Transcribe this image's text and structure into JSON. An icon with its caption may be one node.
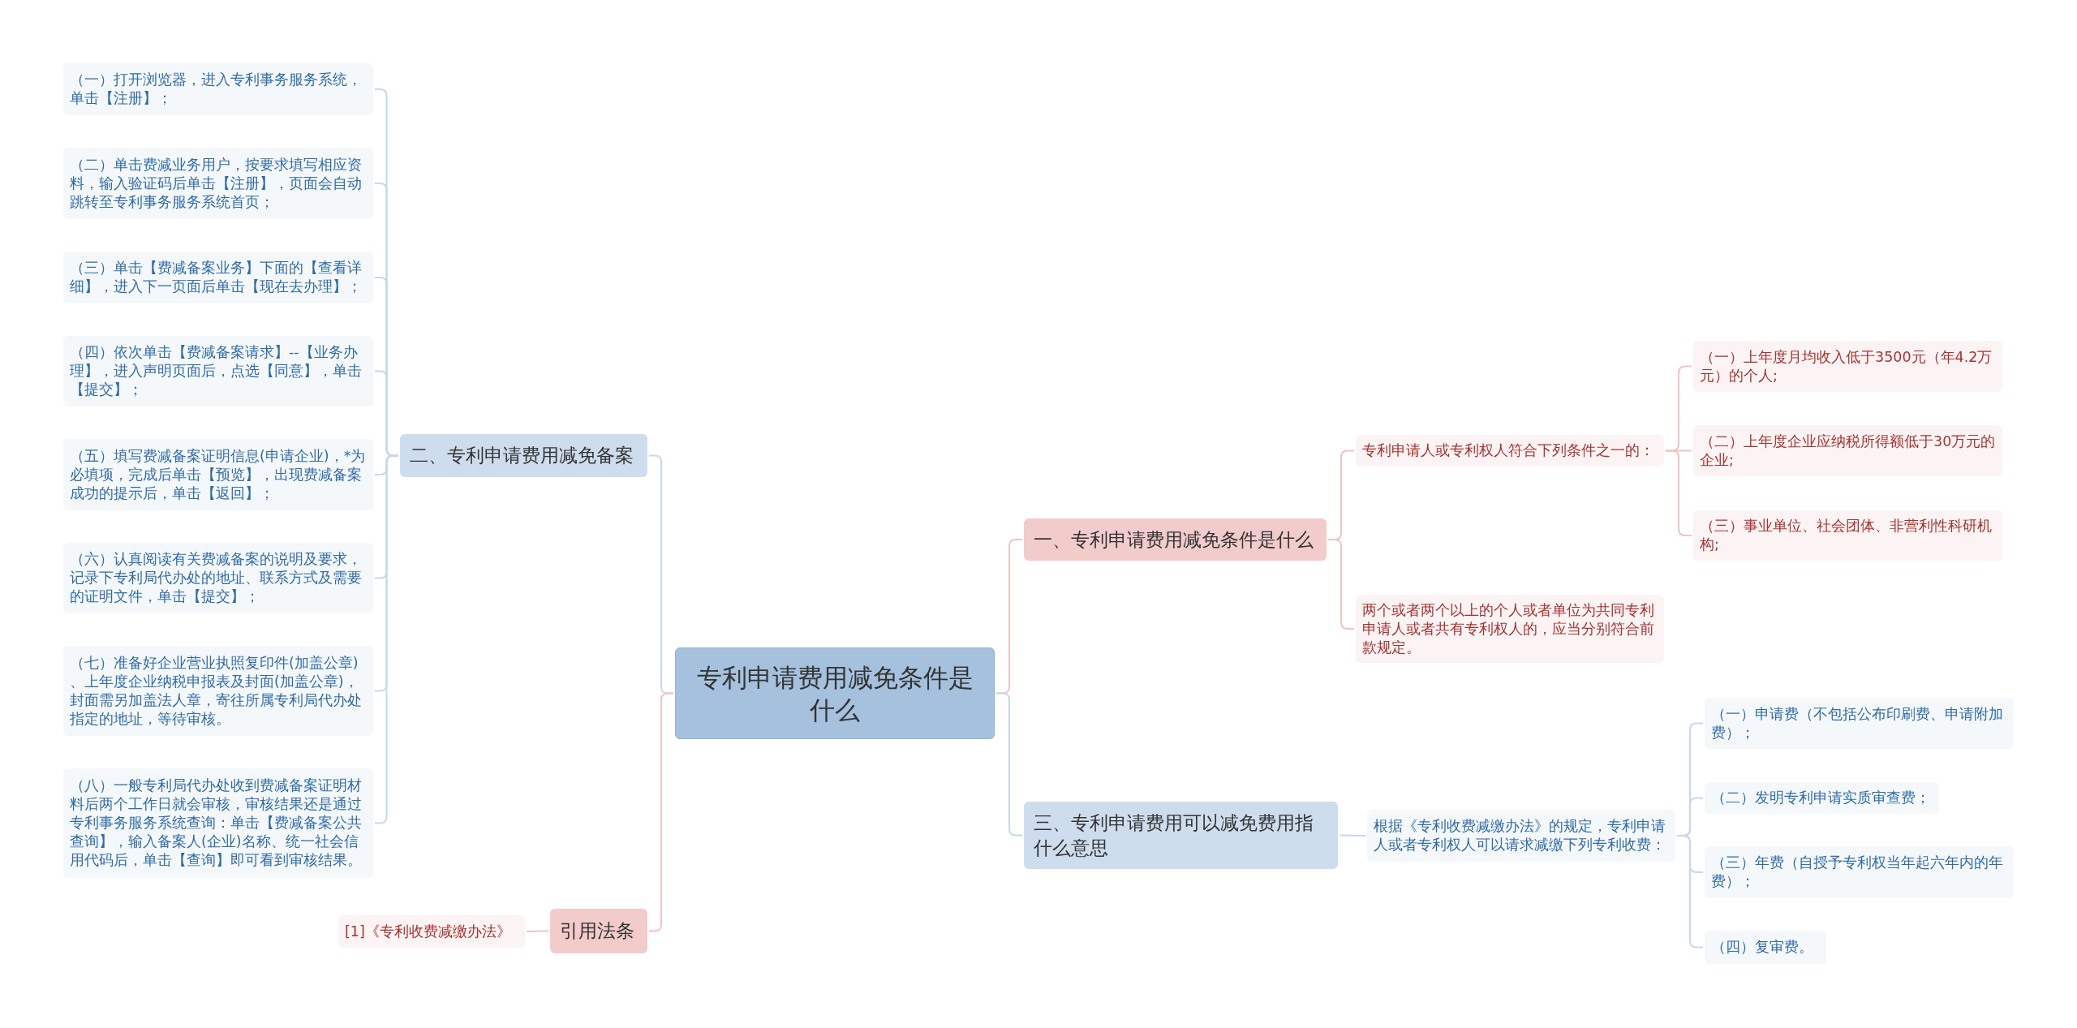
{
  "diagram": {
    "nodes": [
      {
        "text": [
          "专利申请费用减免条件是什么"
        ]
      },
      {
        "text": [
          "二、专利申请费用减免备案"
        ]
      },
      {
        "text": [
          "（一）打开浏览器，进入专利事务服务系统，单击【注册】；"
        ]
      },
      {
        "text": [
          "（二）单击费减业务用户，按要求填写相应资料，输入验证码后单击【注册】，页面会自动跳转至专利事务服务系统首页；"
        ]
      },
      {
        "text": [
          "（三）单击【费减备案业务】下面的【查看详细】，进入下一页面后单击【现在去办理】；"
        ]
      },
      {
        "text": [
          "（四）依次单击【费减备案请求】--【业务办理】，进入声明页面后，点选【同意】，单击【提交】；"
        ]
      },
      {
        "text": [
          "（五）填写费减备案证明信息(申请企业)，*为必填项，完成后单击【预览】，出现费减备案成功的提示后，单击【返回】；"
        ]
      },
      {
        "text": [
          "（六）认真阅读有关费减备案的说明及要求，记录下专利局代办处的地址、联系方式及需要的证明文件，单击【提交】；"
        ]
      },
      {
        "text": [
          "（七）准备好企业营业执照复印件(加盖公章)、上年度企业纳税申报表及封面(加盖公章)，封面需另加盖法人章，寄往所属专利局代办处指定的地址，等待审核。"
        ]
      },
      {
        "text": [
          "（八）一般专利局代办处收到费减备案证明材料后两个工作日就会审核，审核结果还是通过专利事务服务系统查询：单击【费减备案公共查询】，输入备案人(企业)名称、统一社会信用代码后，单击【查询】即可看到审核结果。"
        ]
      },
      {
        "text": [
          "引用法条"
        ]
      },
      {
        "text": [
          "[1]《专利收费减缴办法》"
        ]
      },
      {
        "text": [
          "一、专利申请费用减免条件是什么"
        ]
      },
      {
        "text": [
          "专利申请人或专利权人符合下列条件之一的："
        ]
      },
      {
        "text": [
          "（一）上年度月均收入低于3500元（年4.2万元）的个人;"
        ]
      },
      {
        "text": [
          "（二）上年度企业应纳税所得额低于30万元的企业;"
        ]
      },
      {
        "text": [
          "（三）事业单位、社会团体、非营利性科研机构;"
        ]
      },
      {
        "text": [
          "两个或者两个以上的个人或者单位为共同专利申请人或者共有专利权人的，应当分别符合前款规定。"
        ]
      },
      {
        "text": [
          "三、专利申请费用可以减免费用指什么意思"
        ]
      },
      {
        "text": [
          "根据《专利收费减缴办法》的规定，专利申请人或者专利权人可以请求减缴下列专利收费："
        ]
      },
      {
        "text": [
          "（一）申请费（不包括公布印刷费、申请附加费）；"
        ]
      },
      {
        "text": [
          "（二）发明专利申请实质审查费；"
        ]
      },
      {
        "text": [
          "（三）年费（自授予专利权当年起六年内的年费）；"
        ]
      },
      {
        "text": [
          "（四）复审费。"
        ]
      }
    ],
    "edges": [
      {
        "from": 0,
        "to": 1,
        "arrow": "none"
      },
      {
        "from": 1,
        "to": 2,
        "arrow": "none"
      },
      {
        "from": 1,
        "to": 3,
        "arrow": "none"
      },
      {
        "from": 1,
        "to": 4,
        "arrow": "none"
      },
      {
        "from": 1,
        "to": 5,
        "arrow": "none"
      },
      {
        "from": 1,
        "to": 6,
        "arrow": "none"
      },
      {
        "from": 1,
        "to": 7,
        "arrow": "none"
      },
      {
        "from": 1,
        "to": 8,
        "arrow": "none"
      },
      {
        "from": 1,
        "to": 9,
        "arrow": "none"
      },
      {
        "from": 0,
        "to": 10,
        "arrow": "none",
        "color": "#f0c4c4"
      },
      {
        "from": 10,
        "to": 11,
        "arrow": "none",
        "color": "#f0c4c4"
      },
      {
        "from": 0,
        "to": 12,
        "arrow": "none",
        "color": "#f0c4c4"
      },
      {
        "from": 12,
        "to": 13,
        "arrow": "none",
        "color": "#f0c4c4"
      },
      {
        "from": 13,
        "to": 14,
        "arrow": "none",
        "color": "#f0c4c4"
      },
      {
        "from": 13,
        "to": 15,
        "arrow": "none",
        "color": "#f0c4c4"
      },
      {
        "from": 13,
        "to": 16,
        "arrow": "none",
        "color": "#f0c4c4"
      },
      {
        "from": 12,
        "to": 17,
        "arrow": "none",
        "color": "#f0c4c4"
      },
      {
        "from": 0,
        "to": 18,
        "arrow": "none"
      },
      {
        "from": 18,
        "to": 19,
        "arrow": "none"
      },
      {
        "from": 19,
        "to": 20,
        "arrow": "none"
      },
      {
        "from": 19,
        "to": 21,
        "arrow": "none"
      },
      {
        "from": 19,
        "to": 22,
        "arrow": "none"
      },
      {
        "from": 19,
        "to": 23,
        "arrow": "none"
      }
    ]
  }
}
